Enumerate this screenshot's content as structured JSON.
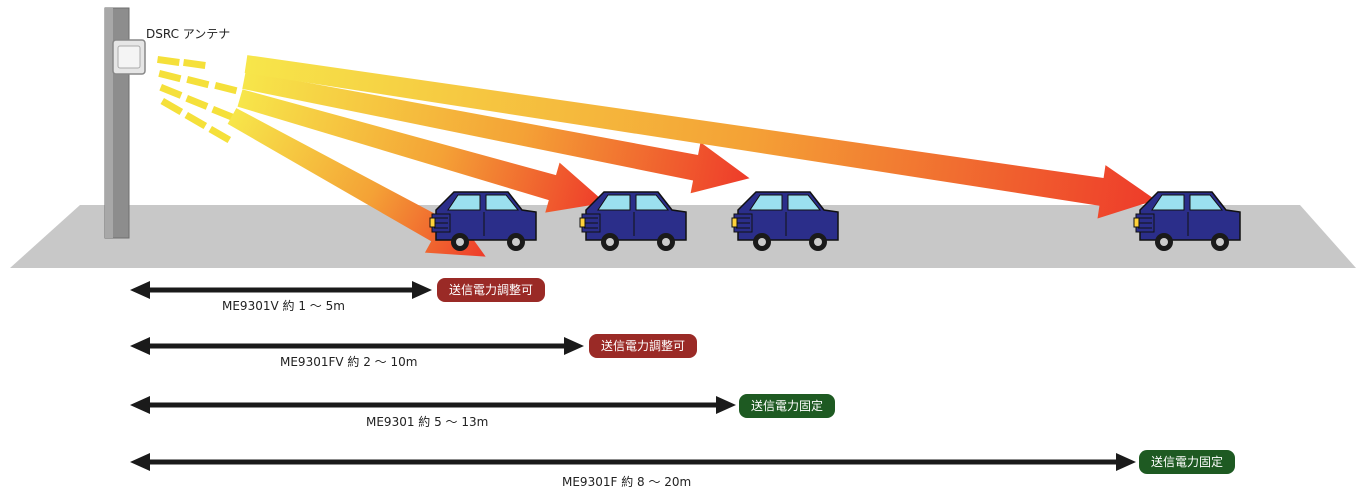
{
  "antenna": {
    "label": "DSRC アンテナ"
  },
  "colors": {
    "adjustable_badge": "#9a2a26",
    "fixed_badge": "#1e5a22",
    "beam_start": "#f7e64a",
    "beam_end": "#ee3b2a",
    "car_body": "#2b2e8a",
    "road": "#c8c8c8"
  },
  "ranges": [
    {
      "model": "ME9301V 約 1 ～ 5m",
      "badge": "送信電力調整可",
      "kind": "adjustable"
    },
    {
      "model": "ME9301FV 約 2 ～ 10m",
      "badge": "送信電力調整可",
      "kind": "adjustable"
    },
    {
      "model": "ME9301 約 5 ～ 13m",
      "badge": "送信電力固定",
      "kind": "fixed"
    },
    {
      "model": "ME9301F 約 8 ～ 20m",
      "badge": "送信電力固定",
      "kind": "fixed"
    }
  ]
}
